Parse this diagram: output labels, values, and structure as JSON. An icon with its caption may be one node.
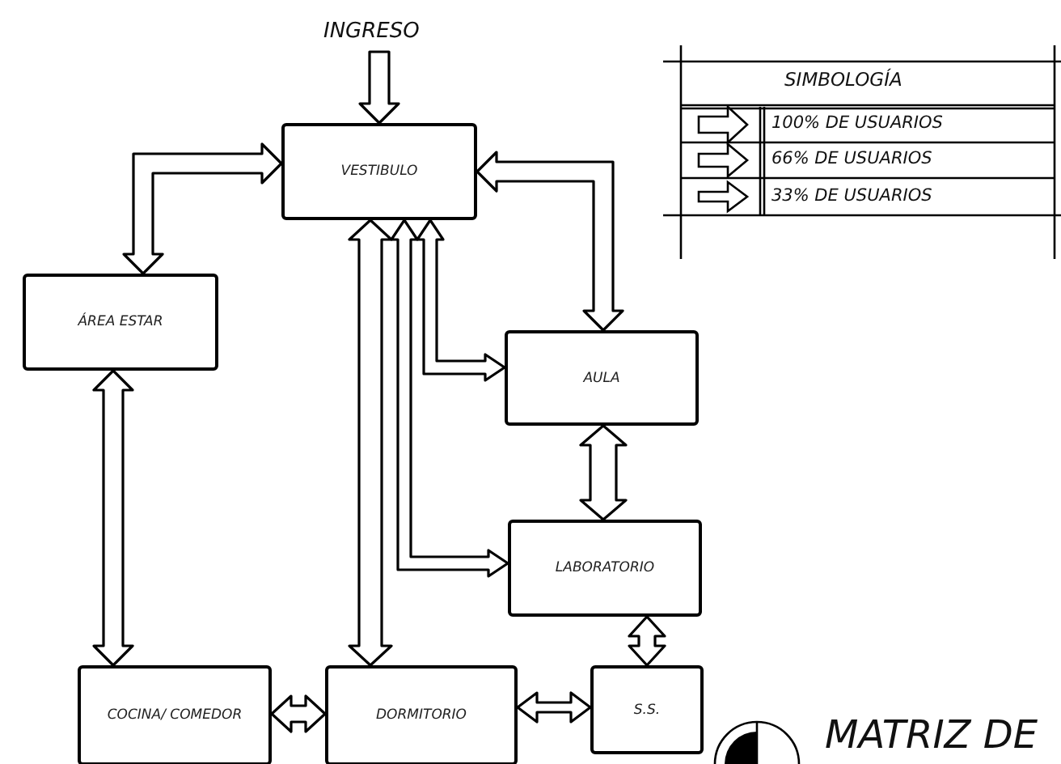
{
  "diagram": {
    "nodes": [
      {
        "text": [
          "INGRESO"
        ]
      },
      {
        "text": [
          "VESTIBULO"
        ]
      },
      {
        "text": [
          "ÁREA ESTAR"
        ]
      },
      {
        "text": [
          "AULA"
        ]
      },
      {
        "text": [
          "LABORATORIO"
        ]
      },
      {
        "text": [
          "COCINA/ COMEDOR"
        ]
      },
      {
        "text": [
          "DORMITORIO"
        ]
      },
      {
        "text": [
          "S.S."
        ]
      }
    ],
    "edges": [
      {
        "from": 0,
        "to": 1,
        "arrow": "to"
      },
      {
        "from": 1,
        "to": 2,
        "arrow": "both"
      },
      {
        "from": 1,
        "to": 3,
        "arrow": "both"
      },
      {
        "from": 1,
        "to": 6,
        "arrow": "both"
      },
      {
        "from": 1,
        "to": 3,
        "arrow": "both"
      },
      {
        "from": 1,
        "to": 4,
        "arrow": "both"
      },
      {
        "from": 2,
        "to": 5,
        "arrow": "both"
      },
      {
        "from": 3,
        "to": 4,
        "arrow": "both"
      },
      {
        "from": 4,
        "to": 7,
        "arrow": "both"
      },
      {
        "from": 5,
        "to": 6,
        "arrow": "both"
      },
      {
        "from": 6,
        "to": 7,
        "arrow": "both"
      }
    ],
    "labels": [
      "SIMBOLOGÍA",
      "MATRIZ DE"
    ],
    "legend": [
      {
        "text": "100% DE USUARIOS"
      },
      {
        "text": "66% DE USUARIOS"
      },
      {
        "text": "33% DE USUARIOS"
      }
    ]
  }
}
